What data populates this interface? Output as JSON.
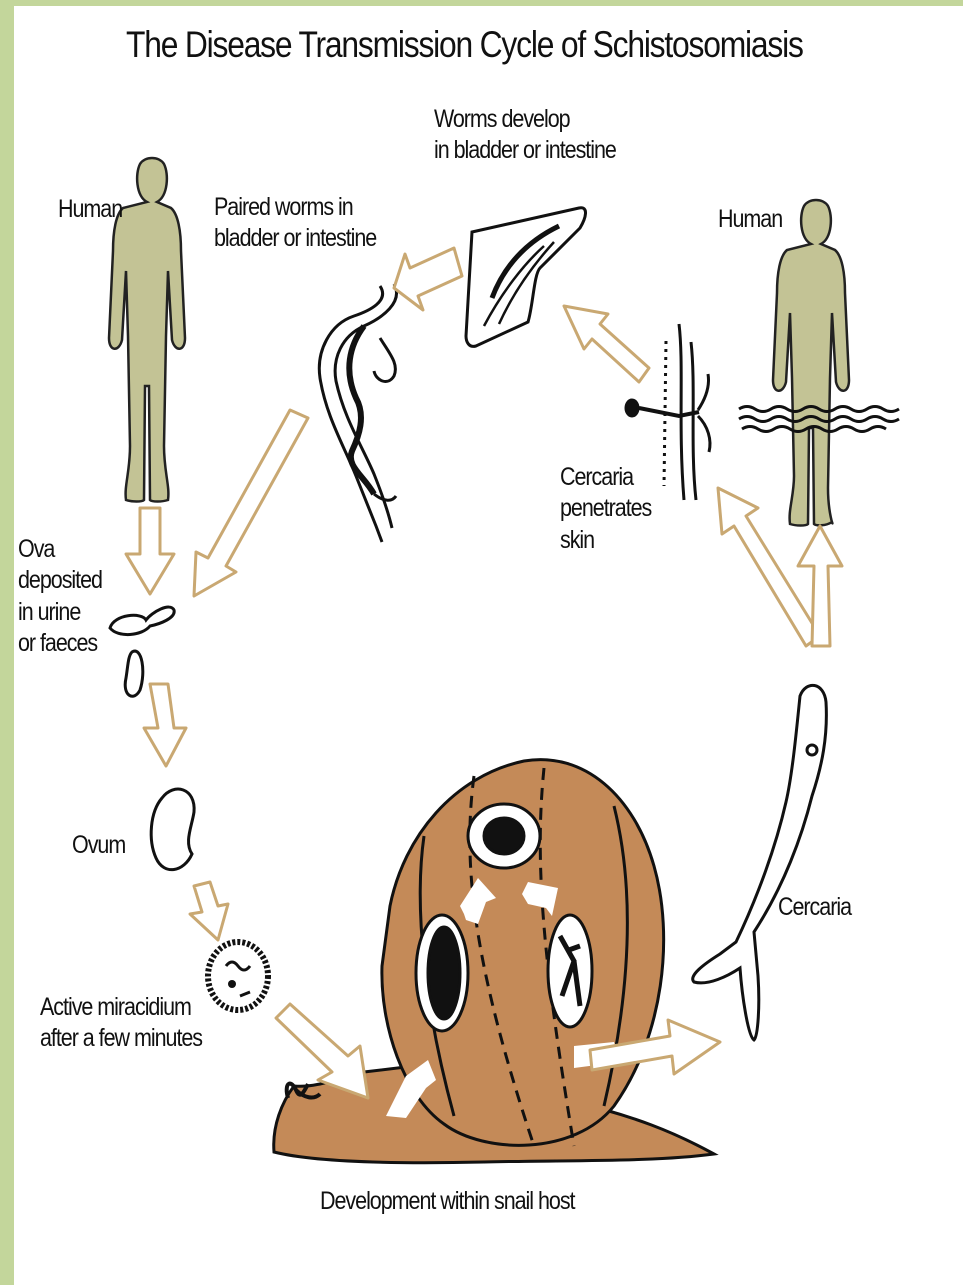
{
  "title": "The Disease Transmission Cycle of Schistosomiasis",
  "labels": {
    "human_left": "Human",
    "human_right": "Human",
    "worms_develop": [
      "Worms develop",
      "in bladder or intestine"
    ],
    "paired_worms": [
      "Paired worms in",
      "bladder or intestine"
    ],
    "cercaria_penetrates": [
      "Cercaria",
      "penetrates",
      "skin"
    ],
    "ova_deposited": [
      "Ova",
      "deposited",
      "in urine",
      "or faeces"
    ],
    "ovum": "Ovum",
    "active_miracidium": [
      "Active miracidium",
      "after a few minutes"
    ],
    "cercaria": "Cercaria",
    "snail_host": "Development within snail host"
  },
  "colors": {
    "frame": "#c3d69b",
    "human_fill": "#c3c395",
    "snail_fill": "#c48a58",
    "arrow_outline": "#c9a872",
    "ink": "#111111"
  }
}
